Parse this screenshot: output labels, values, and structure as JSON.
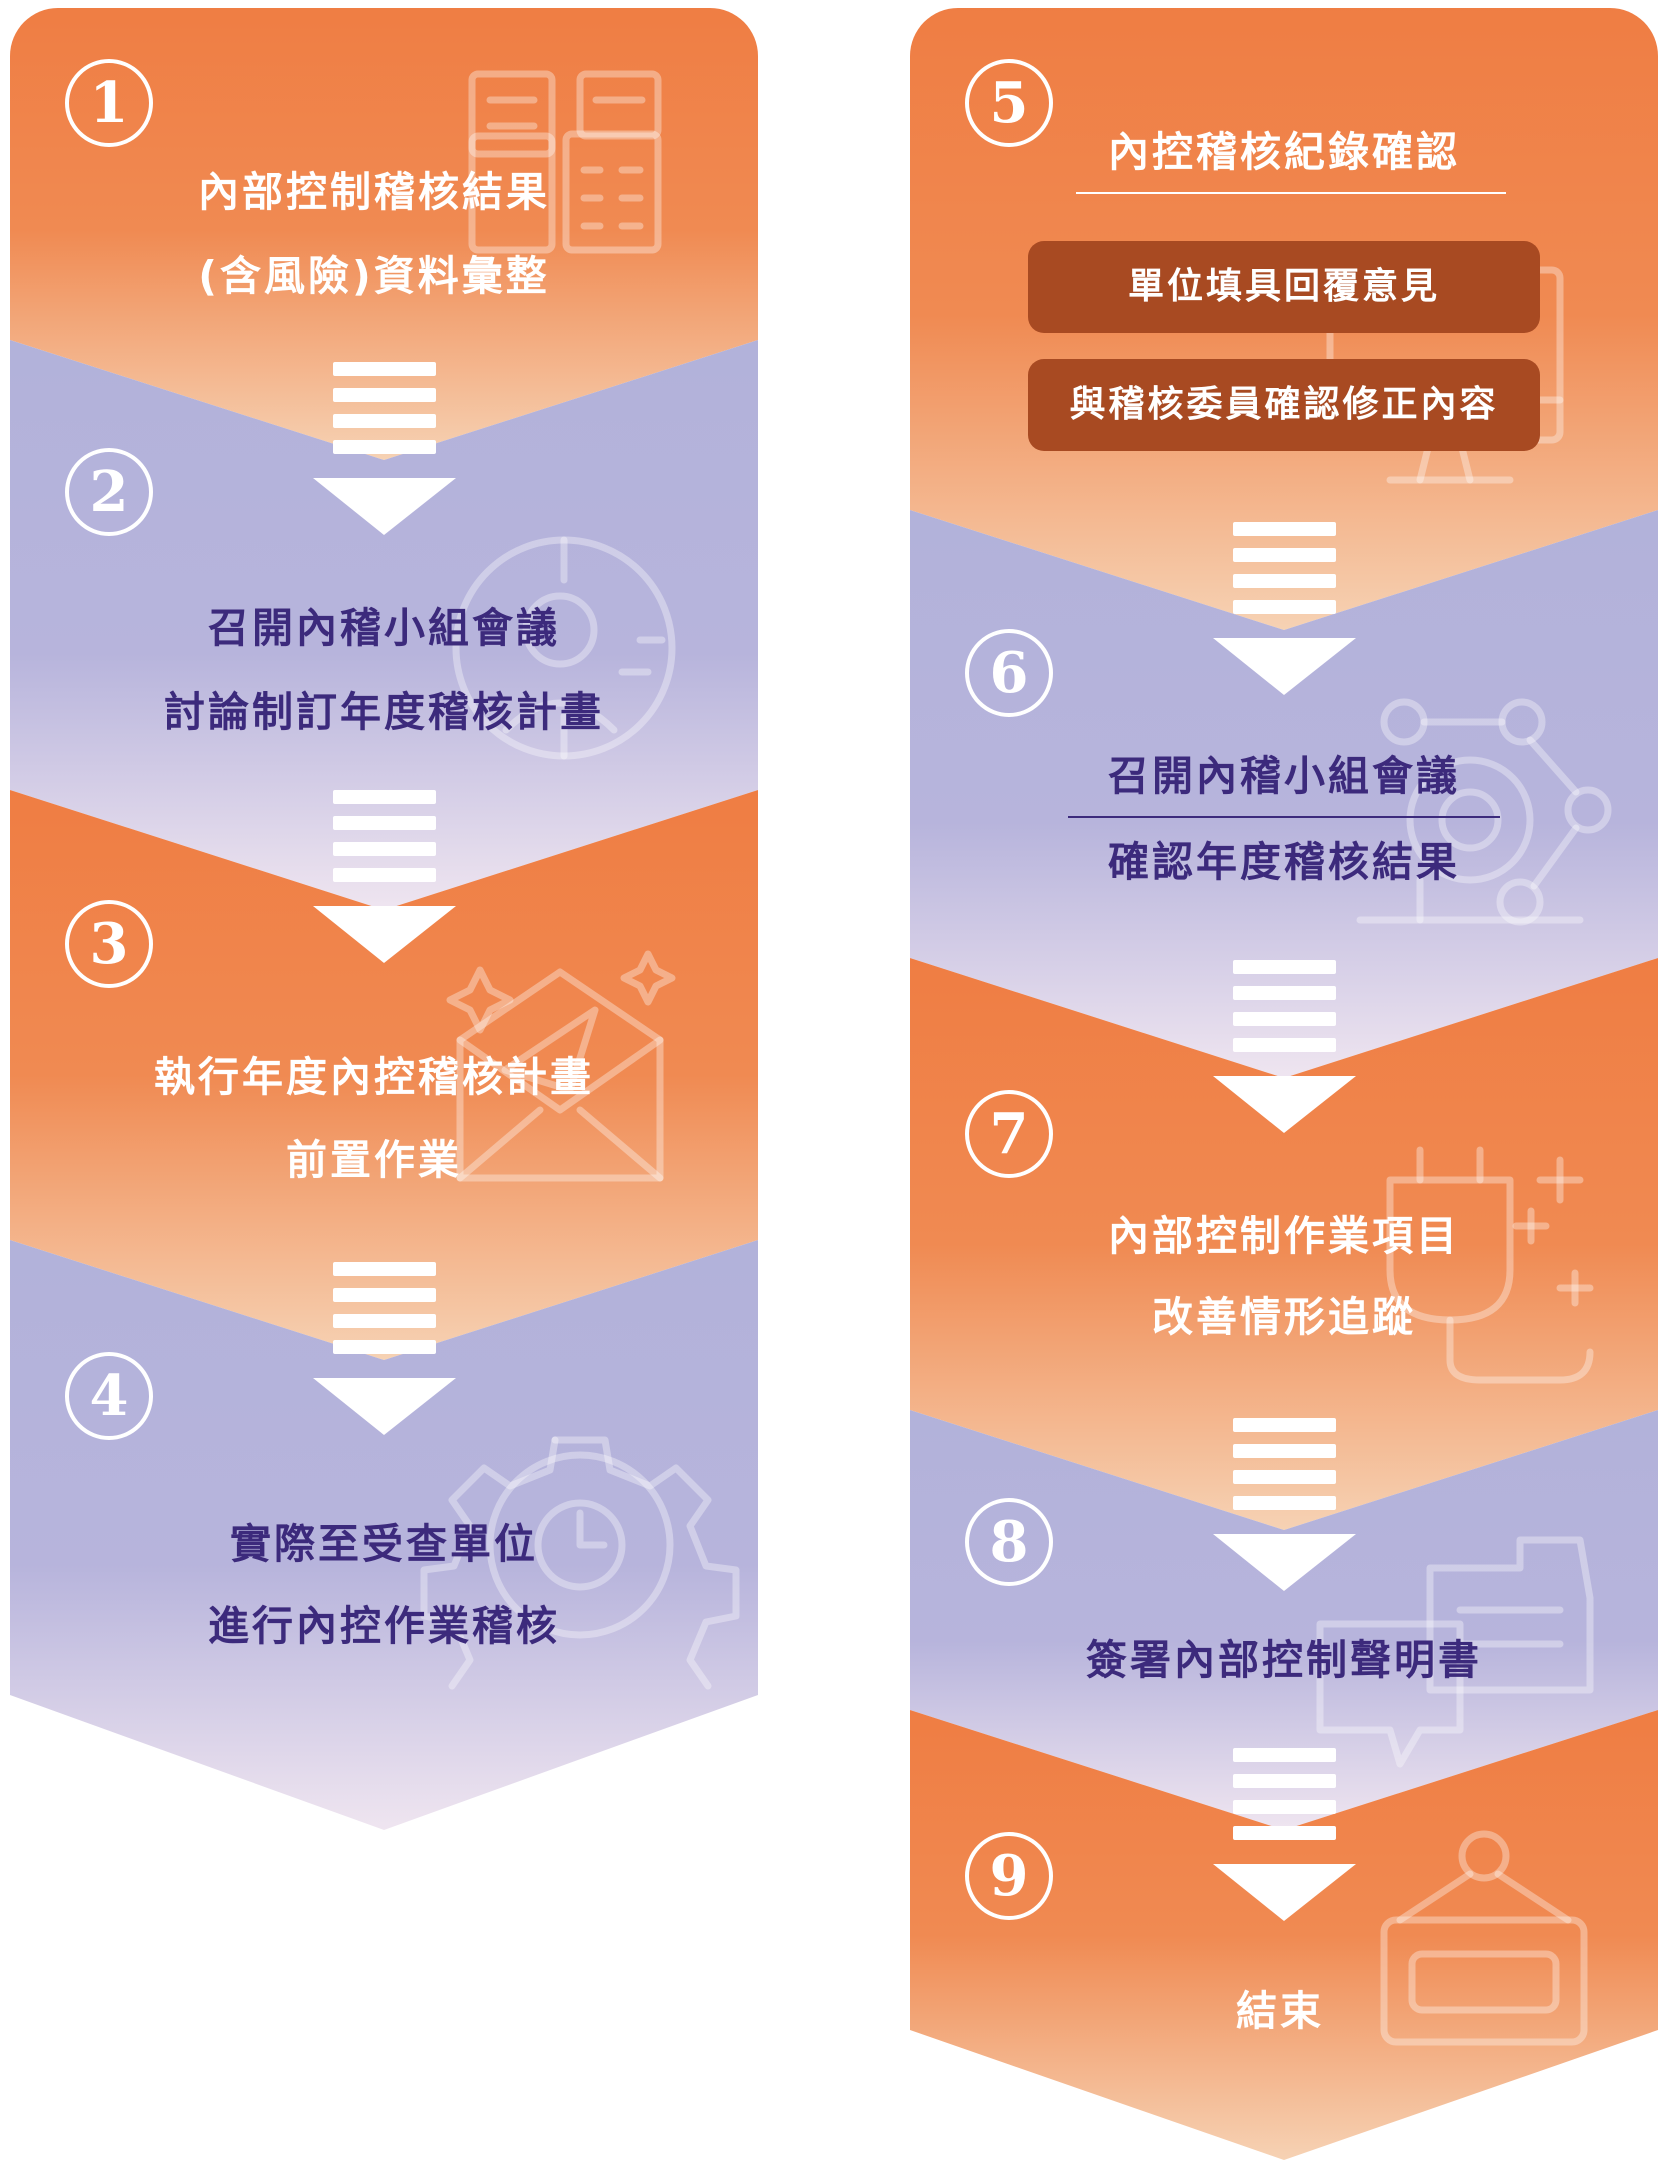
{
  "steps": [
    {
      "number": "1",
      "lines": [
        "內部控制稽核結果",
        "(含風險)資料彙整"
      ],
      "icon": "document-grid-icon"
    },
    {
      "number": "2",
      "lines": [
        "召開內稽小組會議",
        "討論制訂年度稽核計畫"
      ],
      "icon": "target-person-icon"
    },
    {
      "number": "3",
      "lines": [
        "執行年度內控稽核計畫",
        "前置作業"
      ],
      "icon": "envelope-paper-plane-icon"
    },
    {
      "number": "4",
      "lines": [
        "實際至受查單位",
        "進行內控作業稽核"
      ],
      "icon": "gear-clock-icon"
    },
    {
      "number": "5",
      "title": "內控稽核紀錄確認",
      "items": [
        "單位填具回覆意見",
        "與稽核委員確認修正內容"
      ],
      "icon": "monitor-icon"
    },
    {
      "number": "6",
      "lines": [
        "召開內稽小組會議",
        "確認年度稽核結果"
      ],
      "icon": "network-nodes-icon"
    },
    {
      "number": "7",
      "lines": [
        "內部控制作業項目",
        "改善情形追蹤"
      ],
      "icon": "plug-sparkle-icon"
    },
    {
      "number": "8",
      "lines": [
        "簽署內部控制聲明書"
      ],
      "icon": "chat-bubbles-icon"
    },
    {
      "number": "9",
      "lines": [
        "結束"
      ],
      "icon": "hanging-sign-icon"
    }
  ],
  "colors": {
    "orange": "#ef7d43",
    "peach": "#f5c7a3",
    "lavender": "#b2b2da",
    "lavender_light": "#ebe3ef",
    "text_dark": "#3c2a7c",
    "text_light": "#ffffff",
    "pill": "#a84a22"
  }
}
